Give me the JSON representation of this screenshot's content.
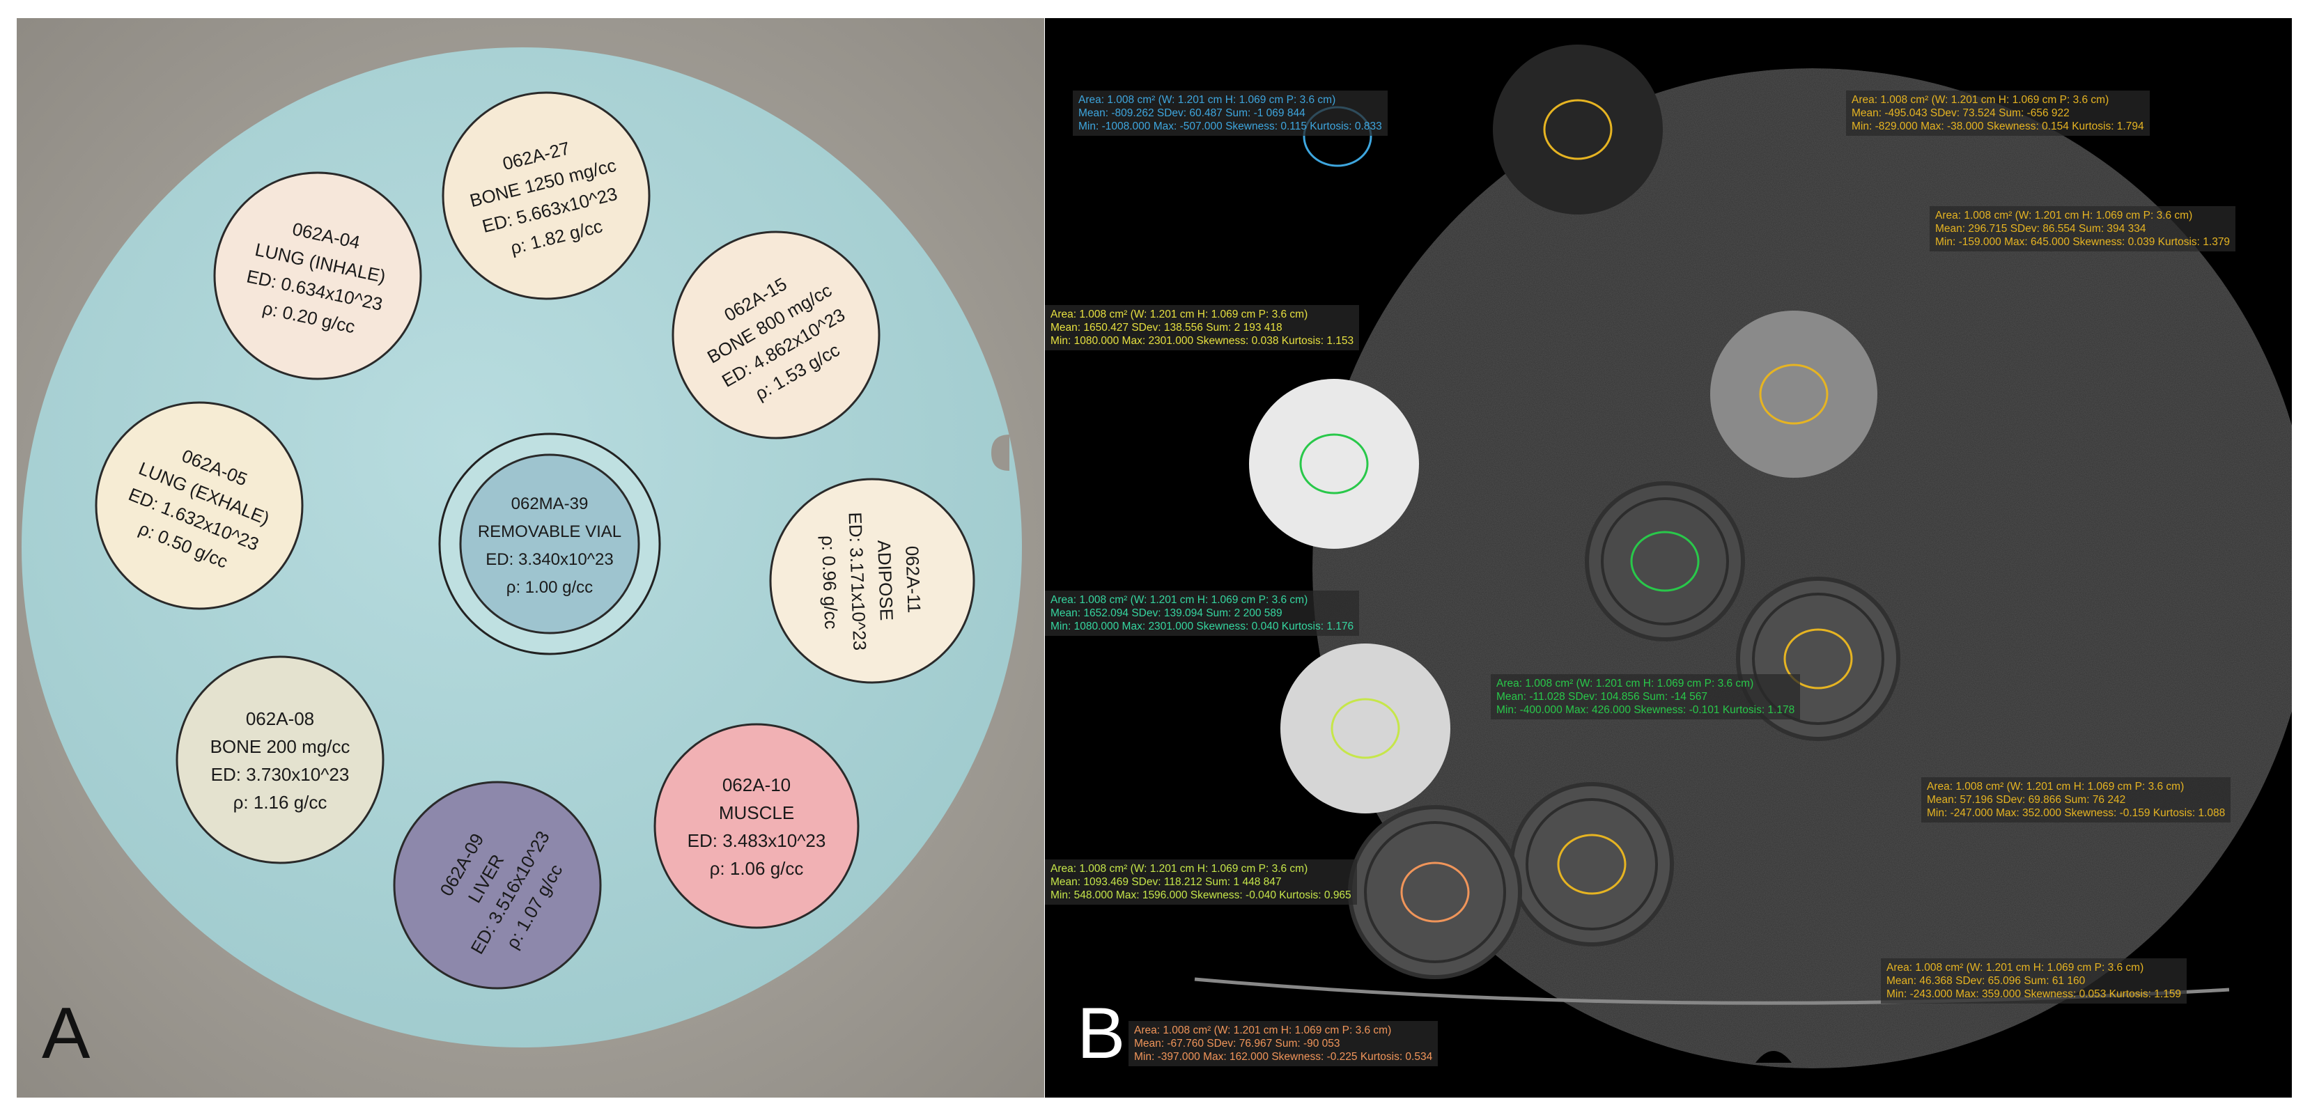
{
  "panels": {
    "a": {
      "label": "A"
    },
    "b": {
      "label": "B"
    }
  },
  "phantom_inserts": [
    {
      "id": "lung-inhale",
      "lines": [
        "062A-04",
        "LUNG (INHALE)",
        "ED: 0.634x10^23",
        "ρ: 0.20 g/cc"
      ],
      "color": "#f6e7da"
    },
    {
      "id": "bone-1250",
      "lines": [
        "062A-27",
        "BONE 1250 mg/cc",
        "ED: 5.663x10^23",
        "ρ: 1.82 g/cc"
      ],
      "color": "#f6ead5"
    },
    {
      "id": "bone-800",
      "lines": [
        "062A-15",
        "BONE 800 mg/cc",
        "ED: 4.862x10^23",
        "ρ: 1.53 g/cc"
      ],
      "color": "#f7e9d8"
    },
    {
      "id": "lung-exhale",
      "lines": [
        "062A-05",
        "LUNG (EXHALE)",
        "ED: 1.632x10^23",
        "ρ: 0.50 g/cc"
      ],
      "color": "#f6ecd4"
    },
    {
      "id": "removable-vial",
      "lines": [
        "062MA-39",
        "REMOVABLE VIAL",
        "ED: 3.340x10^23",
        "ρ: 1.00 g/cc"
      ],
      "color": "#9ec4cf"
    },
    {
      "id": "adipose",
      "lines": [
        "062A-11",
        "ADIPOSE",
        "ED: 3.171x10^23",
        "ρ: 0.96 g/cc"
      ],
      "color": "#f7eddb"
    },
    {
      "id": "bone-200",
      "lines": [
        "062A-08",
        "BONE 200 mg/cc",
        "ED: 3.730x10^23",
        "ρ: 1.16 g/cc"
      ],
      "color": "#e4e2cf"
    },
    {
      "id": "muscle",
      "lines": [
        "062A-10",
        "MUSCLE",
        "ED: 3.483x10^23",
        "ρ: 1.06 g/cc"
      ],
      "color": "#f1b1b4"
    },
    {
      "id": "liver",
      "lines": [
        "062A-09",
        "LIVER",
        "ED: 3.516x10^23",
        "ρ: 1.07 g/cc"
      ],
      "color": "#8d88ab"
    }
  ],
  "roi_measurements": [
    {
      "id": "roi-lung-inhale",
      "color": "#3ea6de",
      "lines": [
        "Area: 1.008 cm² (W: 1.201 cm H: 1.069 cm P: 3.6 cm)",
        "Mean: -809.262   SDev: 60.487   Sum: -1 069 844",
        "Min: -1008.000   Max: -507.000   Skewness: 0.115 Kurtosis: 0.833"
      ]
    },
    {
      "id": "roi-lung-exhale",
      "color": "#e6b422",
      "lines": [
        "Area: 1.008 cm² (W: 1.201 cm H: 1.069 cm P: 3.6 cm)",
        "Mean: -495.043   SDev: 73.524   Sum: -656 922",
        "Min: -829.000   Max: -38.000   Skewness: 0.154 Kurtosis: 1.794"
      ]
    },
    {
      "id": "roi-bone-800",
      "color": "#e6b422",
      "lines": [
        "Area: 1.008 cm² (W: 1.201 cm H: 1.069 cm P: 3.6 cm)",
        "Mean: 296.715   SDev: 86.554   Sum: 394 334",
        "Min: -159.000   Max: 645.000   Skewness: 0.039 Kurtosis: 1.379"
      ]
    },
    {
      "id": "roi-bone-1250-a",
      "color": "#e6e040",
      "lines": [
        "Area: 1.008 cm² (W: 1.201 cm H: 1.069 cm P: 3.6 cm)",
        "Mean: 1650.427   SDev: 138.556   Sum: 2 193 418",
        "Min: 1080.000   Max: 2301.000   Skewness: 0.038 Kurtosis: 1.153"
      ]
    },
    {
      "id": "roi-bone-1250-b",
      "color": "#36d6a0",
      "lines": [
        "Area: 1.008 cm² (W: 1.201 cm H: 1.069 cm P: 3.6 cm)",
        "Mean: 1652.094   SDev: 139.094   Sum: 2 200 589",
        "Min: 1080.000   Max: 2301.000   Skewness: 0.040 Kurtosis: 1.176"
      ]
    },
    {
      "id": "roi-center",
      "color": "#29c84a",
      "lines": [
        "Area: 1.008 cm² (W: 1.201 cm H: 1.069 cm P: 3.6 cm)",
        "Mean: -11.028   SDev: 104.856   Sum: -14 567",
        "Min: -400.000   Max: 426.000   Skewness: -0.101 Kurtosis: 1.178"
      ]
    },
    {
      "id": "roi-bone-200",
      "color": "#c6e64a",
      "lines": [
        "Area: 1.008 cm² (W: 1.201 cm H: 1.069 cm P: 3.6 cm)",
        "Mean: 1093.469   SDev: 118.212   Sum: 1 448 847",
        "Min: 548.000   Max: 1596.000   Skewness: -0.040 Kurtosis: 0.965"
      ]
    },
    {
      "id": "roi-adipose",
      "color": "#e6b422",
      "lines": [
        "Area: 1.008 cm² (W: 1.201 cm H: 1.069 cm P: 3.6 cm)",
        "Mean: 57.196   SDev: 69.866   Sum: 76 242",
        "Min: -247.000   Max: 352.000   Skewness: -0.159 Kurtosis: 1.088"
      ]
    },
    {
      "id": "roi-muscle",
      "color": "#e6b422",
      "lines": [
        "Area: 1.008 cm² (W: 1.201 cm H: 1.069 cm P: 3.6 cm)",
        "Mean: 46.368   SDev: 65.096   Sum: 61 160",
        "Min: -243.000   Max: 359.000   Skewness: 0.053 Kurtosis: 1.159"
      ]
    },
    {
      "id": "roi-liver",
      "color": "#f0955a",
      "lines": [
        "Area: 1.008 cm² (W: 1.201 cm H: 1.069 cm P: 3.6 cm)",
        "Mean: -67.760   SDev: 76.967   Sum: -90 053",
        "Min: -397.000   Max: 162.000   Skewness: -0.225 Kurtosis: 0.534"
      ]
    }
  ]
}
